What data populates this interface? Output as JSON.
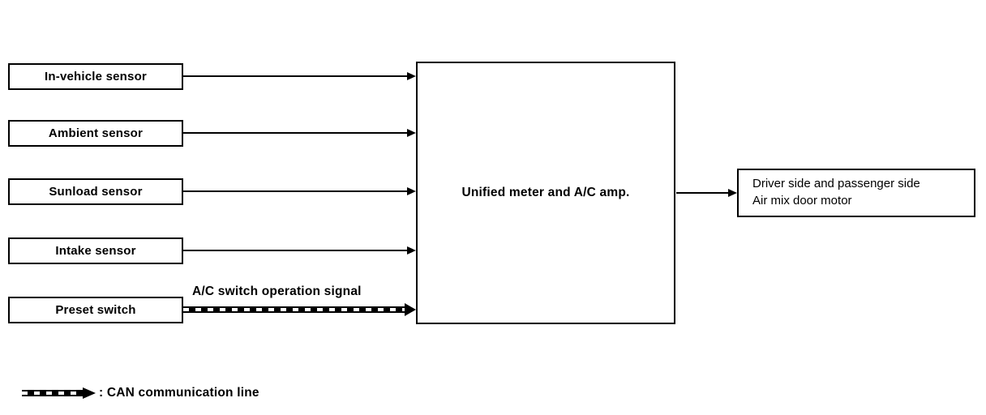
{
  "diagram": {
    "inputs": [
      {
        "label": "In-vehicle sensor"
      },
      {
        "label": "Ambient sensor"
      },
      {
        "label": "Sunload sensor"
      },
      {
        "label": "Intake sensor"
      },
      {
        "label": "Preset switch"
      }
    ],
    "controller": {
      "label": "Unified meter and A/C amp."
    },
    "output": {
      "line1": "Driver side and passenger side",
      "line2": "Air mix door motor"
    },
    "can_signal": {
      "label": "A/C switch operation signal"
    },
    "legend": {
      "label": ": CAN communication line"
    },
    "colors": {
      "line": "#000000",
      "background": "#ffffff",
      "text": "#000000"
    }
  }
}
